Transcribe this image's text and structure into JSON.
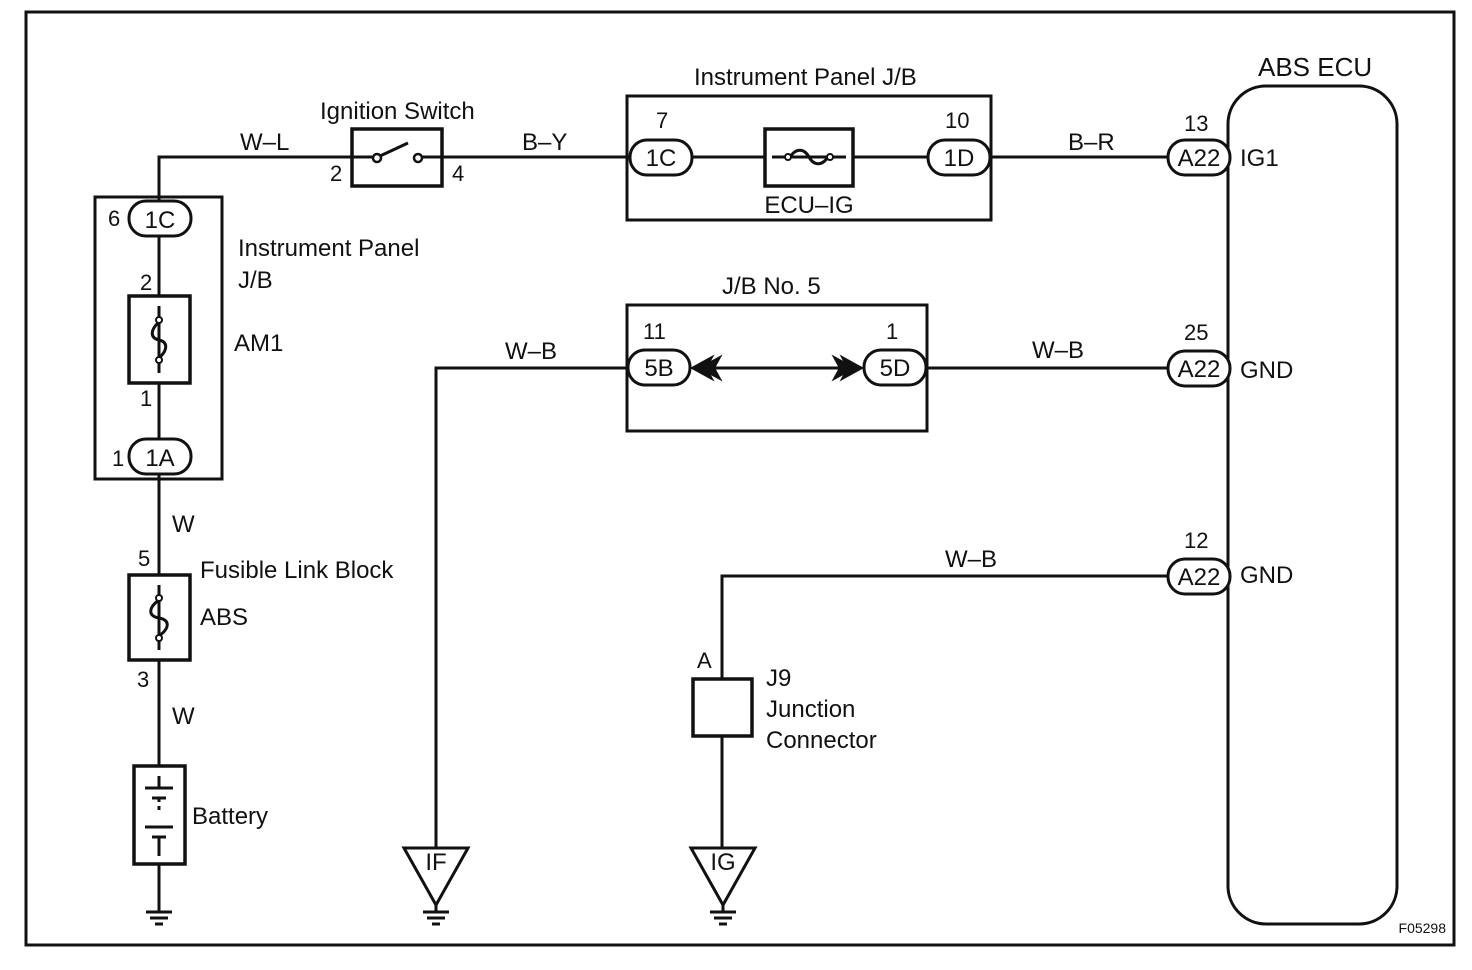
{
  "diagram": {
    "figure_id": "F05298",
    "components": {
      "ignition_switch": "Ignition Switch",
      "ip_jb_top": "Instrument Panel J/B",
      "ip_jb_left_line1": "Instrument Panel",
      "ip_jb_left_line2": "J/B",
      "abs_ecu": "ABS ECU",
      "jb_no5": "J/B No. 5",
      "fusible_link_block": "Fusible Link Block",
      "battery": "Battery",
      "junction_line1": "J9",
      "junction_line2": "Junction",
      "junction_line3": "Connector"
    },
    "fuses": {
      "ecu_ig": "ECU–IG",
      "am1": "AM1",
      "abs": "ABS"
    },
    "connectors": {
      "c1c_left": "1C",
      "c1a": "1A",
      "c1c_top": "1C",
      "c1d": "1D",
      "c5b": "5B",
      "c5d": "5D",
      "a22_ig1": "A22",
      "a22_gnd1": "A22",
      "a22_gnd2": "A22"
    },
    "pins": {
      "p6": "6",
      "p2_am1": "2",
      "p1_am1": "1",
      "p1_1a": "1",
      "p5": "5",
      "p3": "3",
      "sw2": "2",
      "sw4": "4",
      "p7": "7",
      "p10": "10",
      "p11": "11",
      "p1_5d": "1",
      "p13": "13",
      "p25": "25",
      "p12": "12",
      "j9_a": "A"
    },
    "ecu_terminals": {
      "ig1": "IG1",
      "gnd1": "GND",
      "gnd2": "GND"
    },
    "wires": {
      "w_l": "W–L",
      "b_y": "B–Y",
      "b_r": "B–R",
      "w_b_5b": "W–B",
      "w_b_5d": "W–B",
      "w_b_12": "W–B",
      "w_upper": "W",
      "w_lower": "W"
    },
    "grounds": {
      "if": "IF",
      "ig": "IG"
    }
  }
}
